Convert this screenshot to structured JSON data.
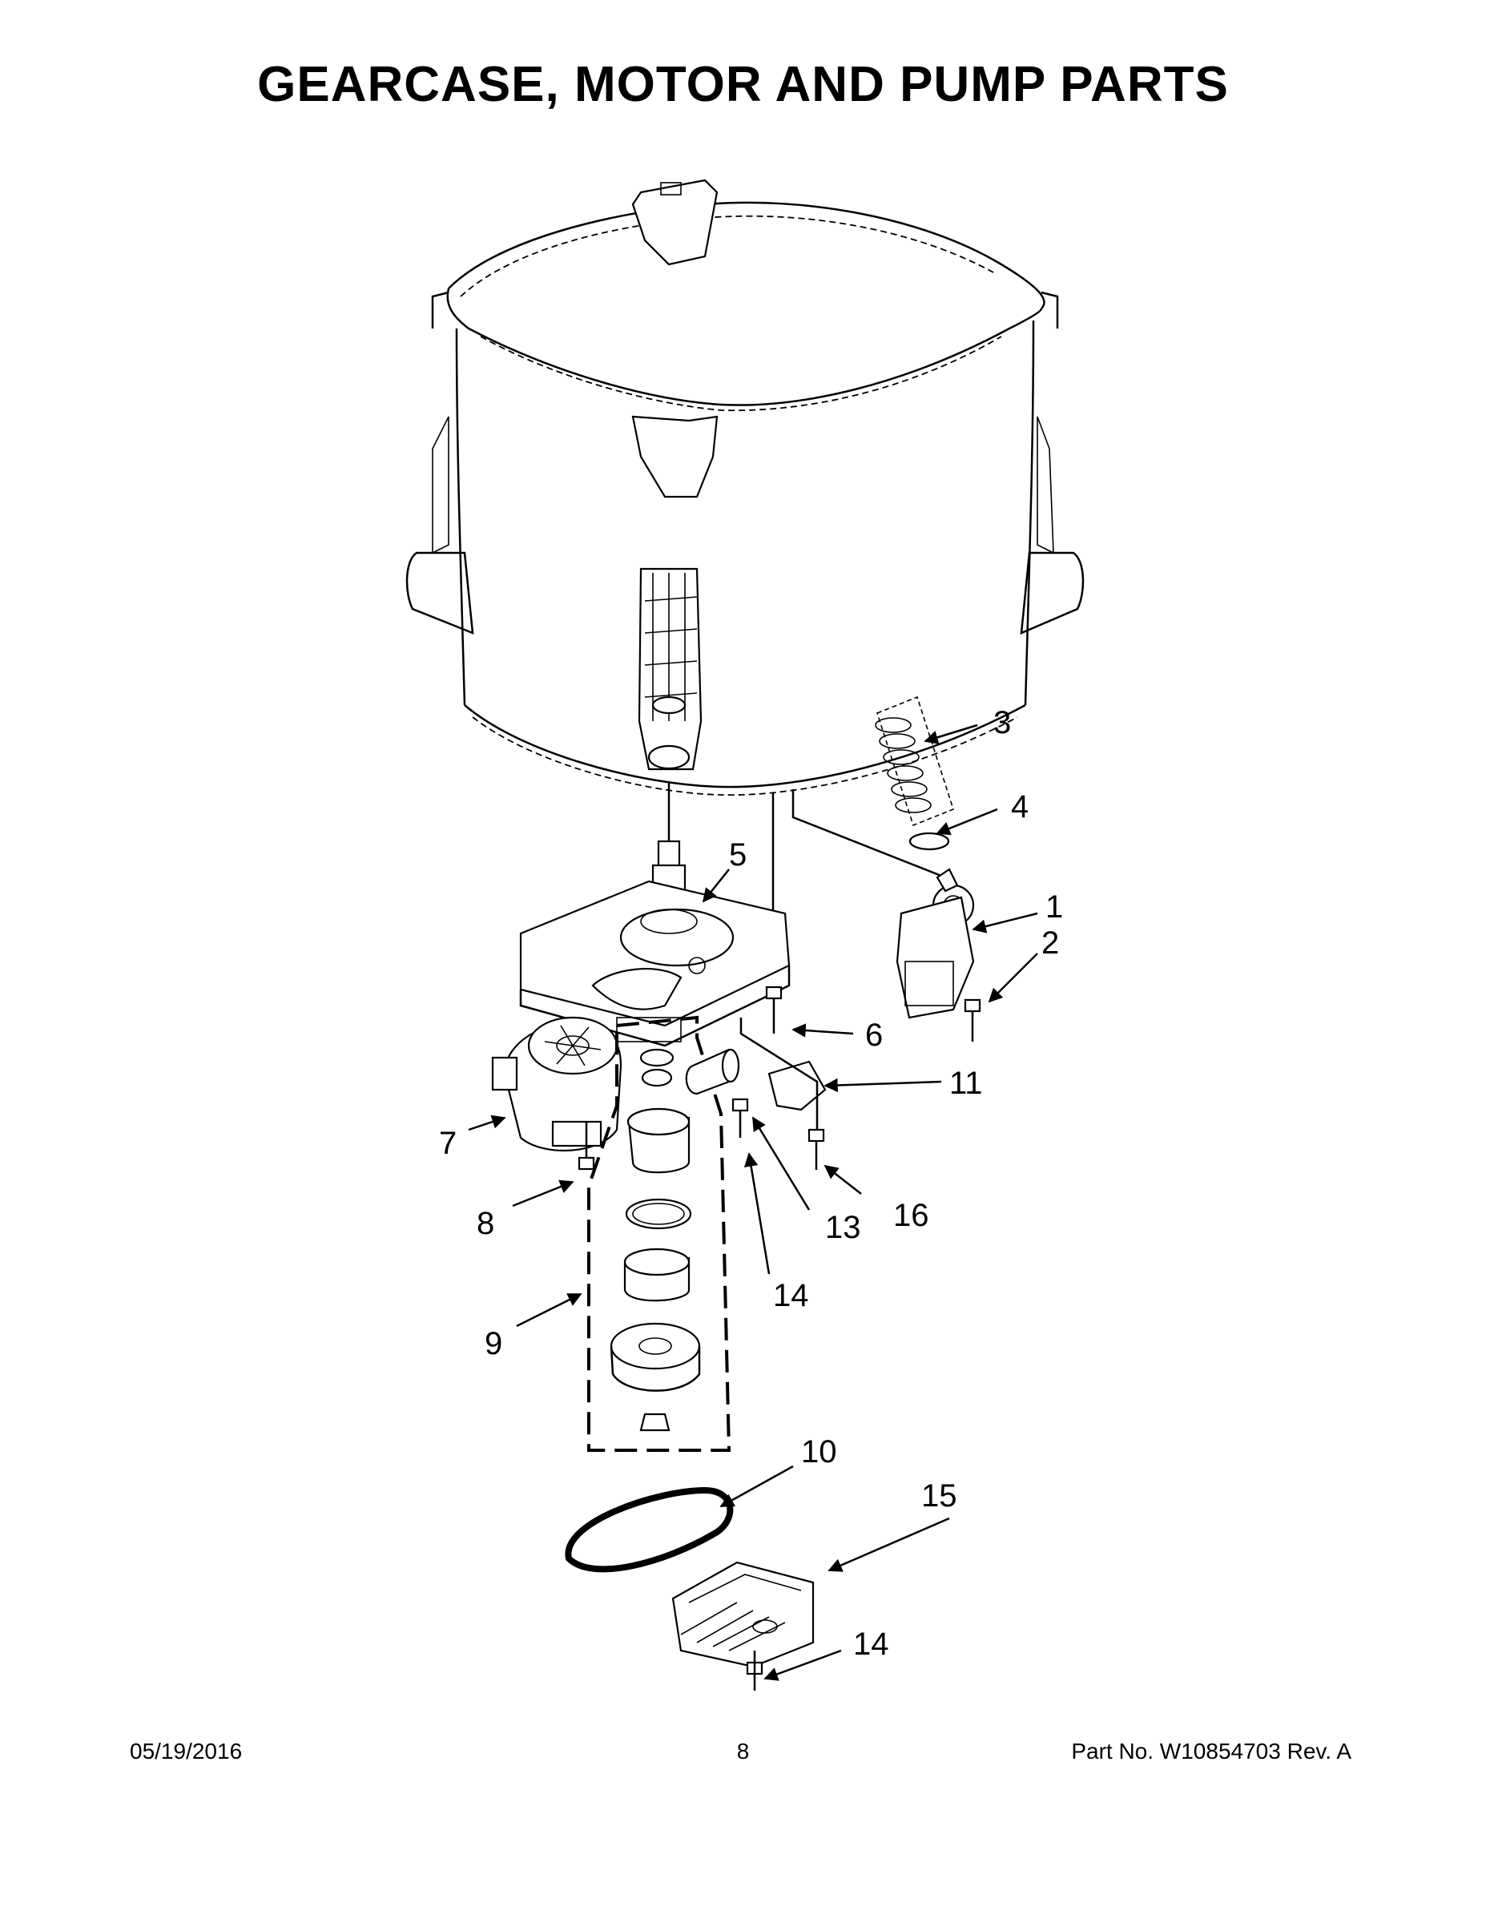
{
  "title": "GEARCASE, MOTOR AND PUMP PARTS",
  "callouts": [
    {
      "id": "c1",
      "label": "1"
    },
    {
      "id": "c2",
      "label": "2"
    },
    {
      "id": "c3",
      "label": "3"
    },
    {
      "id": "c4",
      "label": "4"
    },
    {
      "id": "c5",
      "label": "5"
    },
    {
      "id": "c6",
      "label": "6"
    },
    {
      "id": "c7",
      "label": "7"
    },
    {
      "id": "c8",
      "label": "8"
    },
    {
      "id": "c9",
      "label": "9"
    },
    {
      "id": "c10",
      "label": "10"
    },
    {
      "id": "c11",
      "label": "11"
    },
    {
      "id": "c13",
      "label": "13"
    },
    {
      "id": "c14a",
      "label": "14"
    },
    {
      "id": "c14b",
      "label": "14"
    },
    {
      "id": "c15",
      "label": "15"
    },
    {
      "id": "c16",
      "label": "16"
    }
  ],
  "footer": {
    "date": "05/19/2016",
    "page": "8",
    "part_no": "Part No.  W10854703  Rev.  A"
  }
}
